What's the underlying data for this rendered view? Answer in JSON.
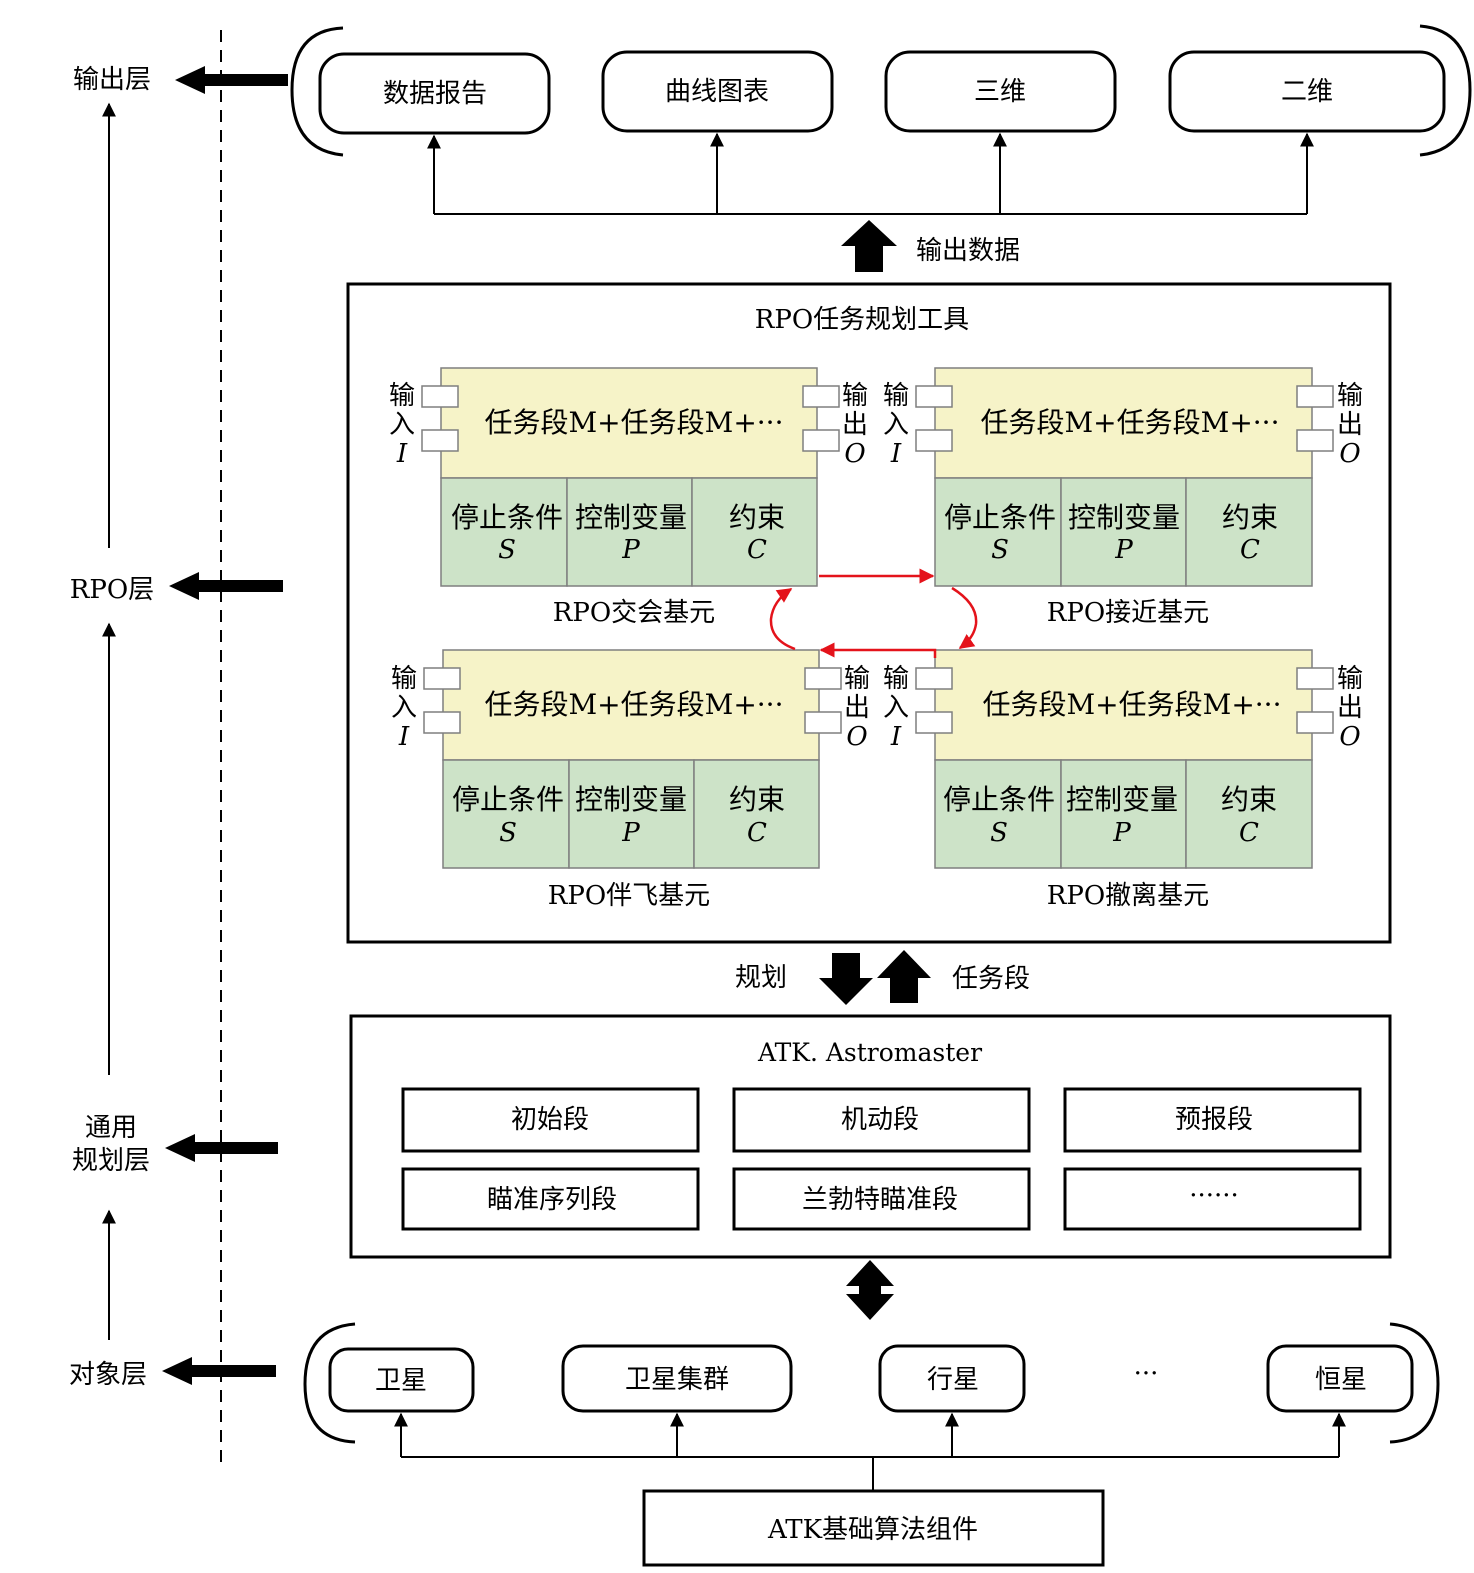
{
  "layers": {
    "output": "输出层",
    "rpo": "RPO层",
    "general_line1": "通用",
    "general_line2": "规划层",
    "object": "对象层"
  },
  "outputs": [
    "数据报告",
    "曲线图表",
    "三维",
    "二维"
  ],
  "output_data_label": "输出数据",
  "rpo_tool": {
    "title": "RPO任务规划工具",
    "modules": [
      {
        "name": "RPO交会基元"
      },
      {
        "name": "RPO接近基元"
      },
      {
        "name": "RPO伴飞基元"
      },
      {
        "name": "RPO撤离基元"
      }
    ],
    "module_template": {
      "header": "任务段M+任务段M+···",
      "in_label": [
        "输",
        "入",
        "I"
      ],
      "out_label": [
        "输",
        "出",
        "O"
      ],
      "cells": [
        {
          "name": "停止条件",
          "symbol": "S"
        },
        {
          "name": "控制变量",
          "symbol": "P"
        },
        {
          "name": "约束",
          "symbol": "C"
        }
      ]
    }
  },
  "plan_label": "规划",
  "segment_label": "任务段",
  "astromaster": {
    "title": "ATK. Astromaster",
    "segments": [
      "初始段",
      "机动段",
      "预报段",
      "瞄准序列段",
      "兰勃特瞄准段",
      "······"
    ]
  },
  "objects": [
    "卫星",
    "卫星集群",
    "行星",
    "···",
    "恒星"
  ],
  "algorithm": "ATK基础算法组件",
  "colors": {
    "header_fill": "#f6f3c8",
    "cell_fill": "#cde3c8",
    "cycle_arrow": "#e4131b"
  }
}
